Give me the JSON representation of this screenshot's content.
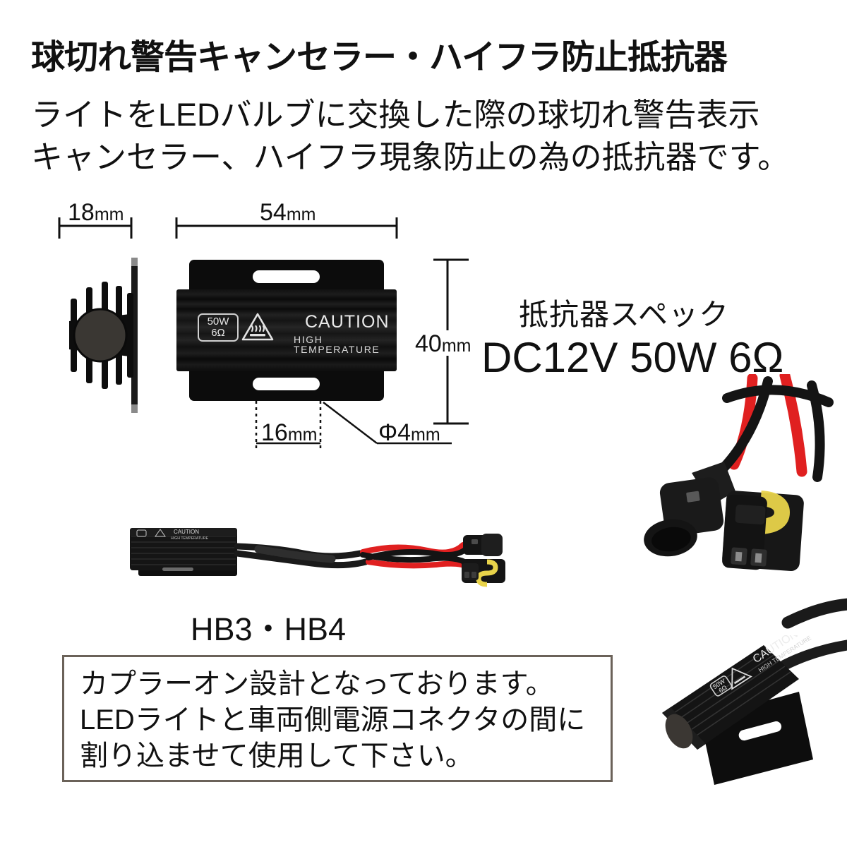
{
  "header": {
    "title": "球切れ警告キャンセラー・ハイフラ防止抵抗器",
    "sub_line1": "ライトをLEDバルブに交換した際の球切れ警告表示",
    "sub_line2": "キャンセラー、ハイフラ現象防止の為の抵抗器です。"
  },
  "dimensions": {
    "side_width": {
      "value": "18",
      "unit": "mm"
    },
    "front_width": {
      "value": "54",
      "unit": "mm"
    },
    "height": {
      "value": "40",
      "unit": "mm"
    },
    "slot_width": {
      "value": "16",
      "unit": "mm"
    },
    "hole_diameter": {
      "value": "Φ4",
      "unit": "mm"
    }
  },
  "device_label": {
    "power": "50W",
    "resistance": "6Ω",
    "caution": "CAUTION",
    "caution_sub": "HIGH TEMPERATURE"
  },
  "spec": {
    "heading": "抵抗器スペック",
    "value": "DC12V  50W  6Ω"
  },
  "harness": {
    "fitment_label": "HB3・HB4"
  },
  "note": {
    "line1": "カプラーオン設計となっております。",
    "line2": "LEDライトと車両側電源コネクタの間に",
    "line3": "割り込ませて使用して下さい。"
  },
  "colors": {
    "text": "#111111",
    "note_border": "#6b6259",
    "wire_red": "#e02020",
    "wire_black": "#1a1a1a",
    "device_black": "#0c0c0c",
    "connector_seal_yellow": "#e8d34a"
  }
}
